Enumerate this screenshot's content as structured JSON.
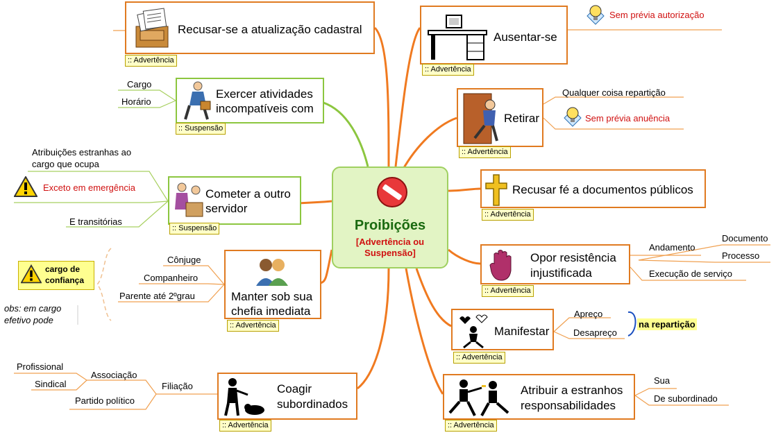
{
  "center": {
    "title": "Proibições",
    "subtitle_line1": "[Advertência ou",
    "subtitle_line2": "Suspensão]"
  },
  "nodes": {
    "cadastral": {
      "text": "Recusar-se a atualização cadastral",
      "tag": ":: Advertência"
    },
    "exercer": {
      "line1": "Exercer atividades",
      "line2": "incompatíveis com",
      "tag": ":: Suspensão"
    },
    "cometer": {
      "line1": "Cometer a outro",
      "line2": "servidor",
      "tag": ":: Suspensão"
    },
    "manter": {
      "line1": "Manter sob sua",
      "line2": "chefia imediata",
      "tag": ":: Advertência"
    },
    "coagir": {
      "line1": "Coagir",
      "line2": "subordinados",
      "tag": ":: Advertência"
    },
    "ausentar": {
      "text": "Ausentar-se",
      "tag": ":: Advertência"
    },
    "retirar": {
      "text": "Retirar",
      "tag": ":: Advertência"
    },
    "recusar_fe": {
      "text": "Recusar fé a documentos públicos",
      "tag": ":: Advertência"
    },
    "opor": {
      "line1": "Opor resistência",
      "line2": "injustificada",
      "tag": ":: Advertência"
    },
    "manifestar": {
      "text": "Manifestar",
      "tag": ":: Advertência"
    },
    "atribuir": {
      "line1": "Atribuir a estranhos",
      "line2": "responsabilidades",
      "tag": ":: Advertência"
    }
  },
  "labels": {
    "cargo": "Cargo",
    "horario": "Horário",
    "atribuicoes1": "Atribuições estranhas ao",
    "atribuicoes2": "cargo que ocupa",
    "exceto": "Exceto em emergência",
    "transitorias": "E transitórias",
    "conjuge": "Cônjuge",
    "companheiro": "Companheiro",
    "parente": "Parente até 2ºgrau",
    "cargo_confianca1": "cargo de",
    "cargo_confianca2": "confiança",
    "obs1": "obs: em cargo",
    "obs2": "efetivo pode",
    "profissional": "Profissional",
    "sindical": "Sindical",
    "associacao": "Associação",
    "filiacao": "Filiação",
    "partido": "Partido político",
    "sem_previa_aut": "Sem prévia autorização",
    "qualquer": "Qualquer coisa repartição",
    "sem_previa_anu": "Sem prévia anuência",
    "andamento": "Andamento",
    "documento": "Documento",
    "processo": "Processo",
    "execucao": "Execução de serviço",
    "apreco": "Apreço",
    "desapreco": "Desapreço",
    "na_reparticao": "na repartição",
    "sua": "Sua",
    "de_subordinado": "De subordinado"
  },
  "colors": {
    "orange": "#e07a20",
    "green": "#8cc63f",
    "red": "#d01010",
    "center_fill": "#e2f4c4"
  },
  "icons": [
    "no-entry-icon",
    "warning-icon",
    "lightbulb-icon",
    "file-cabinet-icon",
    "desk-icon",
    "businessman-icon",
    "office-workers-icon",
    "couple-icon",
    "stop-hand-icon",
    "cross-icon",
    "thief-icon",
    "fighters-icon",
    "relay-runners-icon",
    "boss-icon"
  ]
}
